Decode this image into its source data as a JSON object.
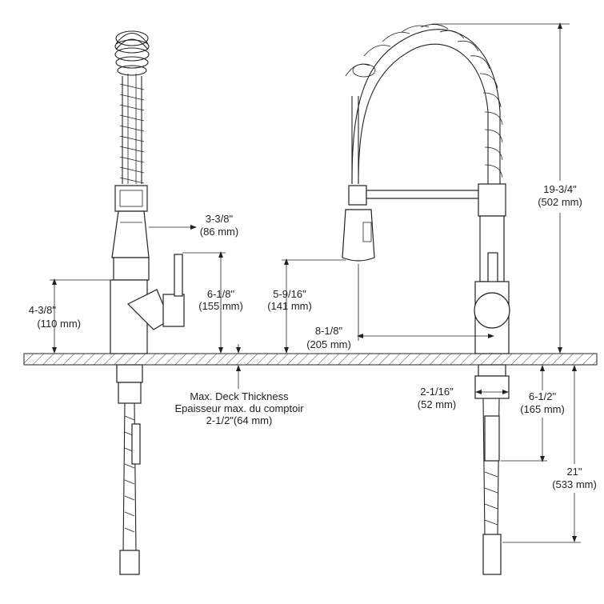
{
  "dimensions": {
    "handle_width": {
      "imperial": "3-3/8\"",
      "metric": "(86 mm)"
    },
    "base_height": {
      "imperial": "4-3/8\"",
      "metric": "(110 mm)"
    },
    "handle_height": {
      "imperial": "6-1/8\"",
      "metric": "(155 mm)"
    },
    "spout_clearance": {
      "imperial": "5-9/16\"",
      "metric": "(141 mm)"
    },
    "total_height": {
      "imperial": "19-3/4\"",
      "metric": "(502 mm)"
    },
    "spout_reach": {
      "imperial": "8-1/8\"",
      "metric": "(205 mm)"
    },
    "shank_diameter": {
      "imperial": "2-1/16\"",
      "metric": "(52 mm)"
    },
    "shank_length": {
      "imperial": "6-1/2\"",
      "metric": "(165 mm)"
    },
    "hose_length": {
      "imperial": "21\"",
      "metric": "(533 mm)"
    }
  },
  "deck_note": {
    "line1": "Max. Deck Thickness",
    "line2": "Epaisseur max. du comptoir",
    "line3": "2-1/2\"(64 mm)"
  }
}
